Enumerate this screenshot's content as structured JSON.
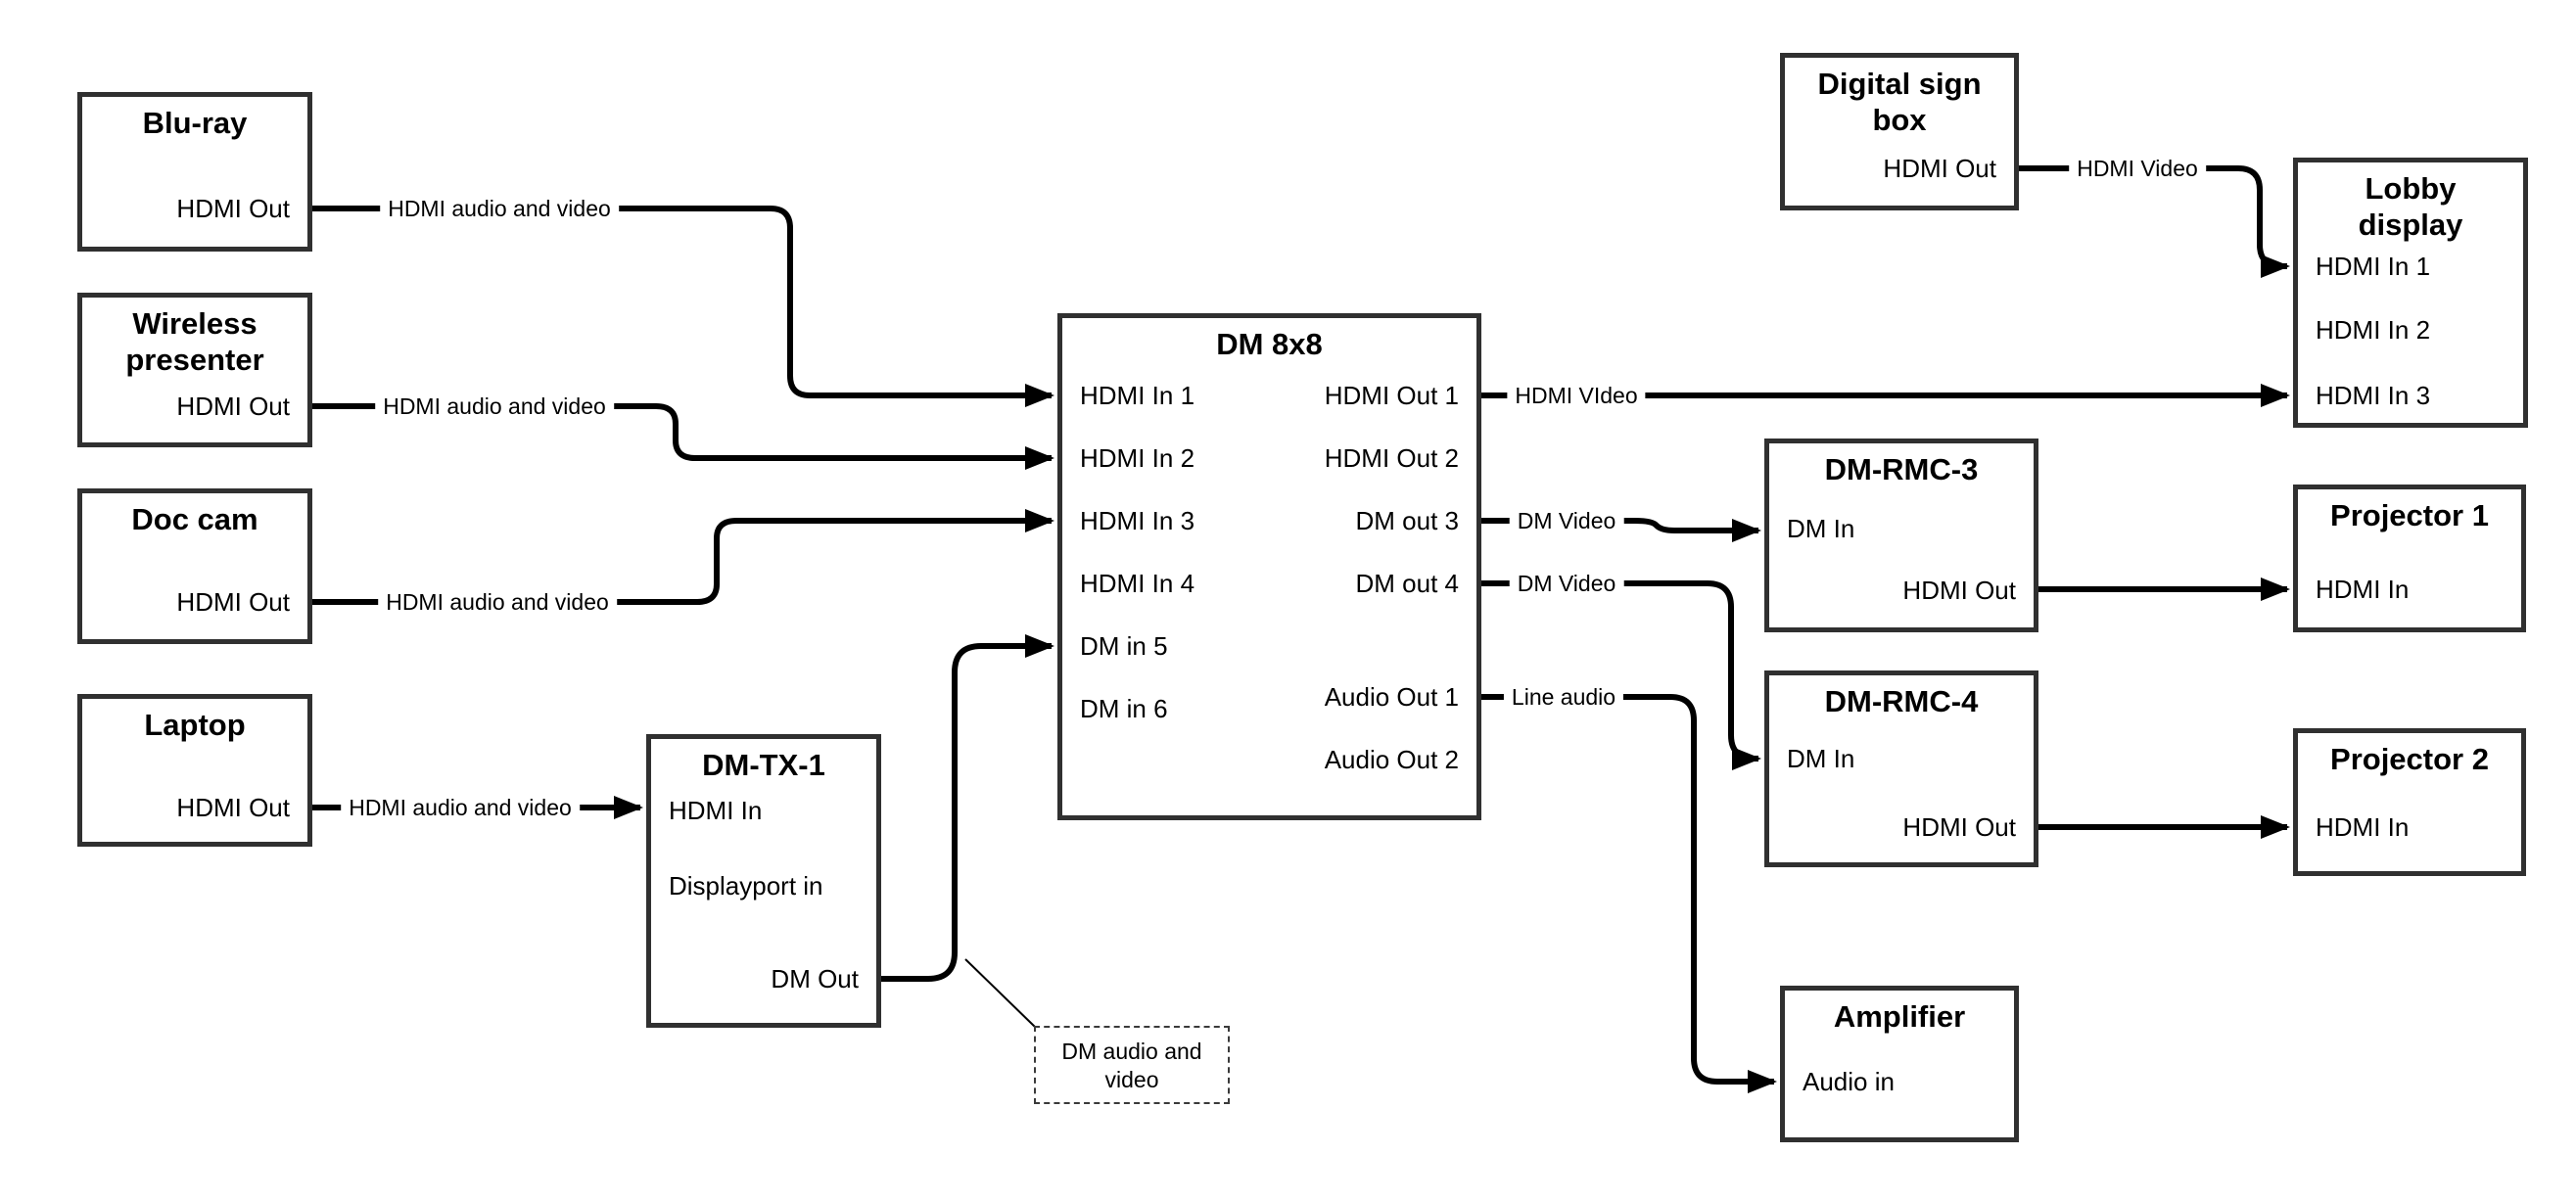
{
  "diagram": {
    "nodes": {
      "bluray": {
        "title": "Blu-ray",
        "ports": {
          "hdmi_out": "HDMI Out"
        }
      },
      "wireless_presenter": {
        "title": "Wireless presenter",
        "ports": {
          "hdmi_out": "HDMI Out"
        }
      },
      "doc_cam": {
        "title": "Doc cam",
        "ports": {
          "hdmi_out": "HDMI Out"
        }
      },
      "laptop": {
        "title": "Laptop",
        "ports": {
          "hdmi_out": "HDMI Out"
        }
      },
      "dm_tx_1": {
        "title": "DM-TX-1",
        "ports": {
          "hdmi_in": "HDMI In",
          "displayport_in": "Displayport in",
          "dm_out": "DM Out"
        }
      },
      "dm_8x8": {
        "title": "DM 8x8",
        "ports": {
          "hdmi_in_1": "HDMI In 1",
          "hdmi_in_2": "HDMI In 2",
          "hdmi_in_3": "HDMI In 3",
          "hdmi_in_4": "HDMI In 4",
          "dm_in_5": "DM in 5",
          "dm_in_6": "DM in 6",
          "hdmi_out_1": "HDMI Out 1",
          "hdmi_out_2": "HDMI Out 2",
          "dm_out_3": "DM out 3",
          "dm_out_4": "DM out 4",
          "audio_out_1": "Audio Out 1",
          "audio_out_2": "Audio Out 2"
        }
      },
      "digital_sign_box": {
        "title": "Digital sign box",
        "ports": {
          "hdmi_out": "HDMI Out"
        }
      },
      "lobby_display": {
        "title": "Lobby display",
        "ports": {
          "hdmi_in_1": "HDMI In 1",
          "hdmi_in_2": "HDMI In 2",
          "hdmi_in_3": "HDMI In 3"
        }
      },
      "dm_rmc_3": {
        "title": "DM-RMC-3",
        "ports": {
          "dm_in": "DM In",
          "hdmi_out": "HDMI Out"
        }
      },
      "dm_rmc_4": {
        "title": "DM-RMC-4",
        "ports": {
          "dm_in": "DM In",
          "hdmi_out": "HDMI Out"
        }
      },
      "projector_1": {
        "title": "Projector 1",
        "ports": {
          "hdmi_in": "HDMI In"
        }
      },
      "projector_2": {
        "title": "Projector 2",
        "ports": {
          "hdmi_in": "HDMI In"
        }
      },
      "amplifier": {
        "title": "Amplifier",
        "ports": {
          "audio_in": "Audio in"
        }
      }
    },
    "edge_labels": {
      "bluray_av": "HDMI audio and video",
      "wireless_av": "HDMI audio and video",
      "doccam_av": "HDMI audio and video",
      "laptop_av": "HDMI audio and video",
      "hdmi_video_main": "HDMI VIdeo",
      "dm_video_3": "DM Video",
      "dm_video_4": "DM Video",
      "line_audio": "Line audio",
      "hdmi_video_sign": "HDMI Video"
    },
    "note": {
      "text": "DM audio and video"
    },
    "colors": {
      "line": "#000000",
      "border": "#303030",
      "background": "#ffffff"
    }
  }
}
